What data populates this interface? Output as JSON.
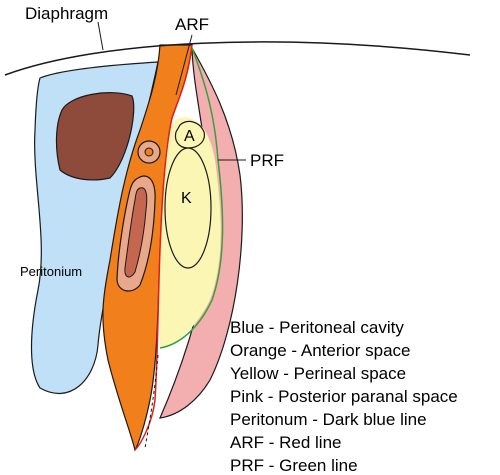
{
  "colors": {
    "peritoneal": "#bfe0f7",
    "anterior": "#f07f1c",
    "perirenal": "#fcf6b4",
    "posterior": "#f3aeb0",
    "liver": "#8e4a3a",
    "duct_light": "#eaa88a",
    "duct_dark": "#c46650",
    "arf_line": "#e02020",
    "prf_line": "#3aa03a",
    "outline": "#1a1a1a"
  },
  "labels": {
    "diaphragm": "Diaphragm",
    "arf": "ARF",
    "prf": "PRF",
    "adrenal": "A",
    "kidney": "K",
    "peritonium": "Peritonium"
  },
  "legend": [
    "Blue - Peritoneal cavity",
    "Orange - Anterior space",
    "Yellow - Perineal space",
    "Pink - Posterior paranal space",
    "Peritonum - Dark blue line",
    "ARF - Red line",
    "PRF - Green line"
  ]
}
